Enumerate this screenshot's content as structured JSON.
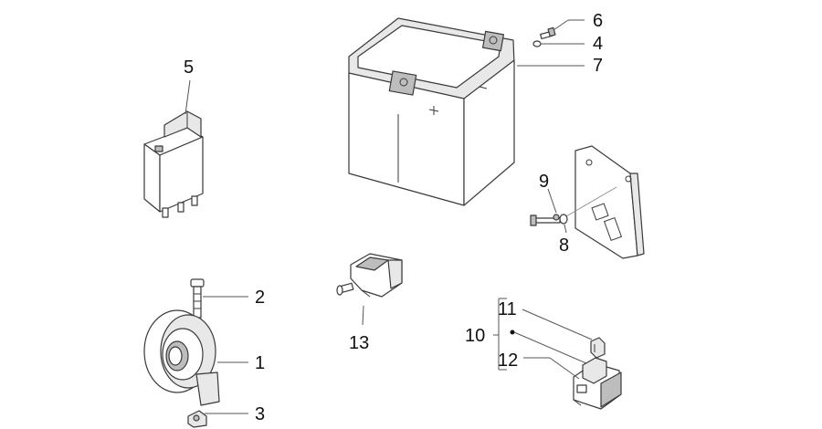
{
  "callouts": {
    "c1": "1",
    "c2": "2",
    "c3": "3",
    "c4": "4",
    "c5": "5",
    "c6": "6",
    "c7": "7",
    "c8": "8",
    "c9": "9",
    "c10": "10",
    "c11": "11",
    "c12": "12",
    "c13": "13"
  },
  "colors": {
    "line": "#3a3a3a",
    "fill_light": "#e8e8e8",
    "fill_dark": "#bdbdbd",
    "text": "#111111"
  }
}
